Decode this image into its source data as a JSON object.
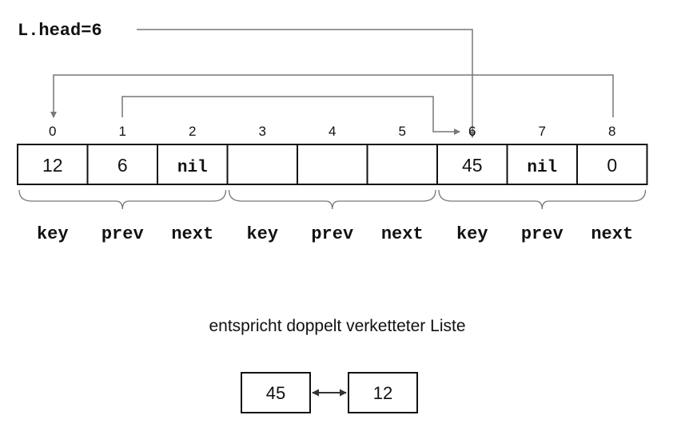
{
  "head_label": "L.head=6",
  "array": {
    "indices": [
      "0",
      "1",
      "2",
      "3",
      "4",
      "5",
      "6",
      "7",
      "8"
    ],
    "cells": [
      "12",
      "6",
      "nil",
      "",
      "",
      "",
      "45",
      "nil",
      "0"
    ],
    "cell_styles": [
      "sans",
      "sans",
      "mono",
      "sans",
      "sans",
      "sans",
      "sans",
      "mono",
      "sans"
    ],
    "field_labels": [
      "key",
      "prev",
      "next",
      "key",
      "prev",
      "next",
      "key",
      "prev",
      "next"
    ]
  },
  "caption": "entspricht doppelt verketteter Liste",
  "list": {
    "nodes": [
      "45",
      "12"
    ]
  },
  "colors": {
    "line": "#777777",
    "border": "#111111",
    "text": "#111111"
  }
}
